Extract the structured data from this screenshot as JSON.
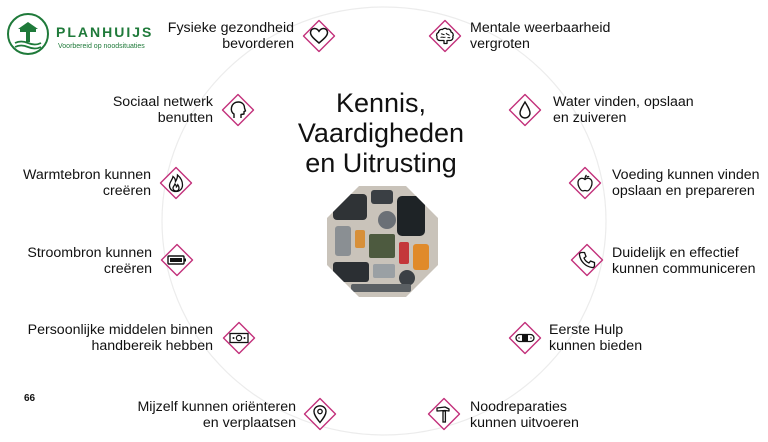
{
  "logo": {
    "name": "PLANHUIJS",
    "tagline": "Voorbereid op noodsituaties"
  },
  "page_number": "66",
  "title": {
    "line1": "Kennis,",
    "line2": "Vaardigheden",
    "line3": "en Uitrusting"
  },
  "colors": {
    "icon_frame": "#c2307a",
    "ring": "#ececec",
    "logo_green": "#1f7a3a"
  },
  "left_items": [
    {
      "line1": "Fysieke gezondheid",
      "line2": "bevorderen",
      "icon": "heart-icon"
    },
    {
      "line1": "Sociaal netwerk",
      "line2": "benutten",
      "icon": "head-icon"
    },
    {
      "line1": "Warmtebron kunnen",
      "line2": "creëren",
      "icon": "flame-icon"
    },
    {
      "line1": "Stroombron kunnen",
      "line2": "creëren",
      "icon": "battery-icon"
    },
    {
      "line1": "Persoonlijke middelen binnen",
      "line2": "handbereik hebben",
      "icon": "cash-icon"
    },
    {
      "line1": "Mijzelf kunnen oriënteren",
      "line2": "en verplaatsen",
      "icon": "location-pin-icon"
    }
  ],
  "right_items": [
    {
      "line1": "Mentale weerbaarheid",
      "line2": "vergroten",
      "icon": "brain-icon"
    },
    {
      "line1": "Water vinden, opslaan",
      "line2": "en zuiveren",
      "icon": "water-drop-icon"
    },
    {
      "line1": "Voeding kunnen vinden",
      "line2": "opslaan en prepareren",
      "icon": "apple-icon"
    },
    {
      "line1": "Duidelijk en effectief",
      "line2": "kunnen communiceren",
      "icon": "phone-icon"
    },
    {
      "line1": "Eerste Hulp",
      "line2": "kunnen bieden",
      "icon": "bandage-icon"
    },
    {
      "line1": "Noodreparaties",
      "line2": "kunnen uitvoeren",
      "icon": "hammer-icon"
    }
  ]
}
